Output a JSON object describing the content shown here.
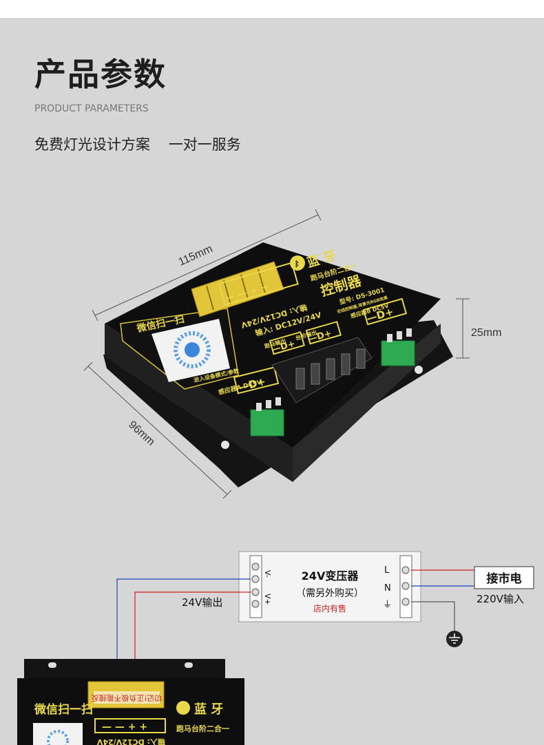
{
  "header": {
    "title": "产品参数",
    "subtitle": "PRODUCT PARAMETERS",
    "slogan": "免费灯光设计方案    一对一服务"
  },
  "dimensions": {
    "length": "115mm",
    "width": "96mm",
    "height": "25mm"
  },
  "device": {
    "wechat_label": "微信扫一扫",
    "qr_caption": "进入设备模式/参数",
    "bluetooth_label": "蓝 牙",
    "mode_label": "跑马台阶二合一",
    "product_name": "控制器",
    "model": "型号: DS-3001",
    "model_note": "无线控制器,背景光RGB效果",
    "input_label": "输入: DC12V/24V",
    "input_label_mirrored": "输入: DC12V/24V",
    "output_labels": [
      "跑马输出",
      "台阶输出"
    ],
    "sensor_a": "感应器A DC5V",
    "sensor_b": "感应器B DC5V",
    "terminal_plus_minus": "— — + +",
    "terminal_d": "—D+",
    "warning_label": "切记!正负极不能接反"
  },
  "wiring": {
    "transformer_title": "24V变压器",
    "transformer_note": "（需另外购买）",
    "transformer_store": "店内有售",
    "pin_left": [
      "V-",
      "V+"
    ],
    "pin_right": [
      "L",
      "N",
      "⏚"
    ],
    "output_label": "24V输出",
    "mains_label": "接市电",
    "mains_input": "220V输入"
  },
  "colors": {
    "background": "#d6d6d6",
    "gold_text": "#e8d84a",
    "wire_red": "#d02020",
    "wire_blue": "#2040c0",
    "terminal_green": "#2eaa52"
  }
}
